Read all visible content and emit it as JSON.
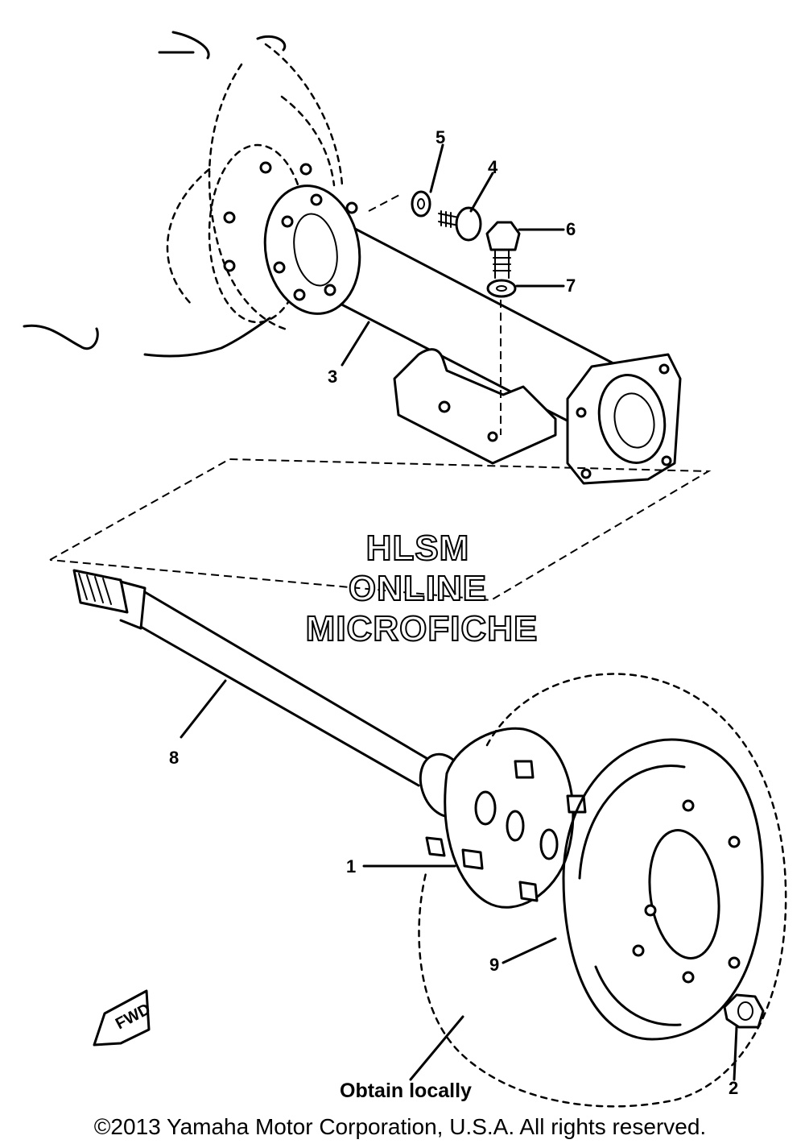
{
  "callouts": {
    "c1": "1",
    "c2": "2",
    "c3": "3",
    "c4": "4",
    "c5": "5",
    "c6": "6",
    "c7": "7",
    "c8": "8",
    "c9": "9"
  },
  "note": "Obtain locally",
  "watermark": {
    "line1": "HLSM",
    "line2": "ONLINE",
    "line3": "MICROFICHE"
  },
  "fwd_label": "FWD",
  "copyright": "©2013 Yamaha Motor Corporation, U.S.A. All rights reserved."
}
